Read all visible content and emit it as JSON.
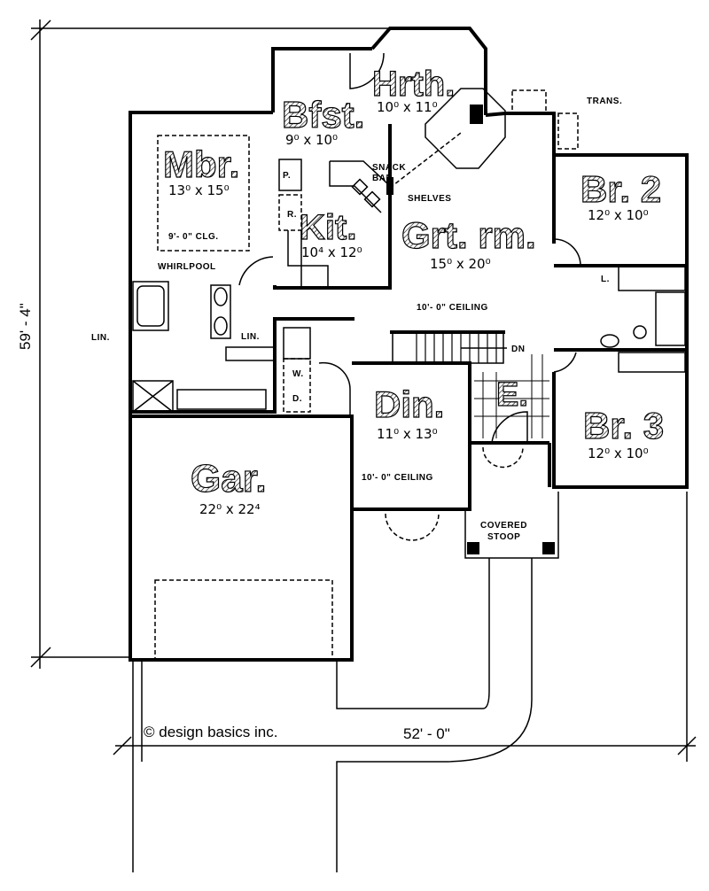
{
  "rooms": {
    "hearth": {
      "name": "Hrth.",
      "dims": "10⁰ x 11⁰"
    },
    "breakfast": {
      "name": "Bfst.",
      "dims": "9⁰ x 10⁰"
    },
    "master_bedroom": {
      "name": "Mbr.",
      "dims": "13⁰ x 15⁰",
      "note": "9'- 0\" CLG."
    },
    "kitchen": {
      "name": "Kit.",
      "dims": "10⁴ x 12⁰"
    },
    "great_room": {
      "name": "Grt. rm.",
      "dims": "15⁰ x 20⁰",
      "note": "10'- 0\" CEILING"
    },
    "bedroom_2": {
      "name": "Br. 2",
      "dims": "12⁰ x 10⁰"
    },
    "bedroom_3": {
      "name": "Br. 3",
      "dims": "12⁰ x 10⁰"
    },
    "dining": {
      "name": "Din.",
      "dims": "11⁰ x 13⁰",
      "note": "10'- 0\" CEILING"
    },
    "entry": {
      "name": "E."
    },
    "garage": {
      "name": "Gar.",
      "dims": "22⁰ x 22⁴"
    }
  },
  "labels": {
    "trans": "TRANS.",
    "snack_bar": "SNACK",
    "snack_bar_2": "BAR",
    "shelves": "SHELVES",
    "whirlpool": "WHIRLPOOL",
    "linen_1": "LIN.",
    "linen_2": "LIN.",
    "linen_3": "L.",
    "pantry": "P.",
    "refrigerator": "R.",
    "washer": "W.",
    "dryer": "D.",
    "stairs_down": "DN",
    "covered_stoop_1": "COVERED",
    "covered_stoop_2": "STOOP"
  },
  "dimensions": {
    "depth": "59' - 4\"",
    "width": "52' - 0\""
  },
  "copyright": "© design basics inc."
}
